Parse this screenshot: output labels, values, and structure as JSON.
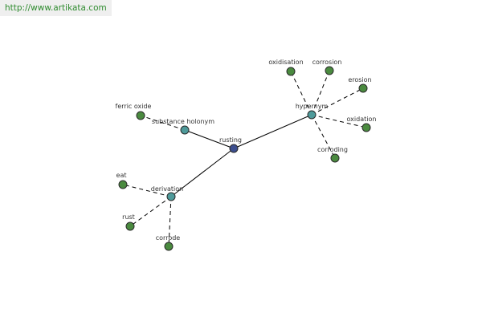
{
  "source_link": {
    "text": "http://www.artikata.com"
  },
  "colors": {
    "root_node": "#3d4f8f",
    "relation_node": "#4e9a9a",
    "leaf_node": "#4a8a3f",
    "edge": "#000000",
    "link_text": "#2e8b2e",
    "link_background": "#efefef"
  },
  "graph": {
    "nodes": [
      {
        "id": "rusting",
        "label": "rusting",
        "kind": "root"
      },
      {
        "id": "substance-holonym",
        "label": "substance holonym",
        "kind": "relation"
      },
      {
        "id": "hypernym",
        "label": "hypernym",
        "kind": "relation"
      },
      {
        "id": "derivation",
        "label": "derivation",
        "kind": "relation"
      },
      {
        "id": "ferric-oxide",
        "label": "ferric oxide",
        "kind": "leaf"
      },
      {
        "id": "oxidisation",
        "label": "oxidisation",
        "kind": "leaf"
      },
      {
        "id": "corrosion",
        "label": "corrosion",
        "kind": "leaf"
      },
      {
        "id": "erosion",
        "label": "erosion",
        "kind": "leaf"
      },
      {
        "id": "oxidation",
        "label": "oxidation",
        "kind": "leaf"
      },
      {
        "id": "corroding",
        "label": "corroding",
        "kind": "leaf"
      },
      {
        "id": "eat",
        "label": "eat",
        "kind": "leaf"
      },
      {
        "id": "rust",
        "label": "rust",
        "kind": "leaf"
      },
      {
        "id": "corrode",
        "label": "corrode",
        "kind": "leaf"
      }
    ],
    "edges": [
      {
        "from": "rusting",
        "to": "substance-holonym",
        "style": "solid"
      },
      {
        "from": "rusting",
        "to": "hypernym",
        "style": "solid"
      },
      {
        "from": "rusting",
        "to": "derivation",
        "style": "solid"
      },
      {
        "from": "substance-holonym",
        "to": "ferric-oxide",
        "style": "dashed"
      },
      {
        "from": "hypernym",
        "to": "oxidisation",
        "style": "dashed"
      },
      {
        "from": "hypernym",
        "to": "corrosion",
        "style": "dashed"
      },
      {
        "from": "hypernym",
        "to": "erosion",
        "style": "dashed"
      },
      {
        "from": "hypernym",
        "to": "oxidation",
        "style": "dashed"
      },
      {
        "from": "hypernym",
        "to": "corroding",
        "style": "dashed"
      },
      {
        "from": "derivation",
        "to": "eat",
        "style": "dashed"
      },
      {
        "from": "derivation",
        "to": "rust",
        "style": "dashed"
      },
      {
        "from": "derivation",
        "to": "corrode",
        "style": "dashed"
      }
    ]
  }
}
